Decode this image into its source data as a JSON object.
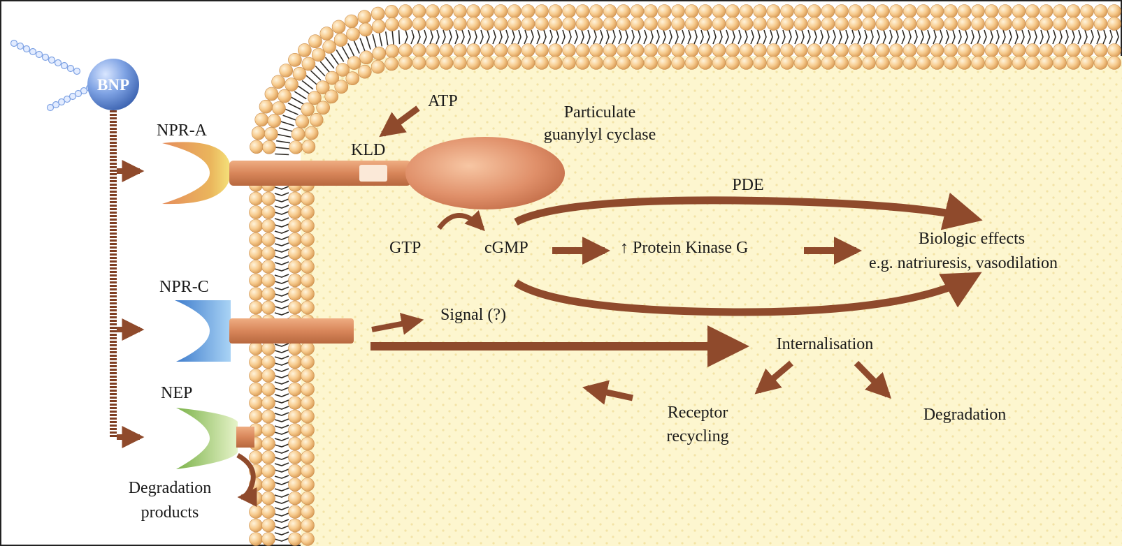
{
  "ligand": {
    "label": "BNP"
  },
  "receptors": {
    "npr_a": "NPR-A",
    "npr_c": "NPR-C",
    "nep": "NEP"
  },
  "pathway": {
    "atp": "ATP",
    "kld": "KLD",
    "cyclase_line1": "Particulate",
    "cyclase_line2": "guanylyl cyclase",
    "pde": "PDE",
    "gtp": "GTP",
    "cgmp": "cGMP",
    "pkg": "↑  Protein Kinase G",
    "effects_line1": "Biologic effects",
    "effects_line2": "e.g. natriuresis, vasodilation",
    "signal": "Signal (?)",
    "internalisation": "Internalisation",
    "recycling_line1": "Receptor",
    "recycling_line2": "recycling",
    "degradation": "Degradation",
    "deg_products_line1": "Degradation",
    "deg_products_line2": "products"
  },
  "colors": {
    "cytoplasm": "#fdf6cf",
    "lipid_head": "#f5c887",
    "lipid_tail": "#2e2a24",
    "arrow": "#8f4a2c",
    "receptor_body": "#d8865a",
    "bnp_sphere": "#6d93d8",
    "npr_c": "#5f97d8",
    "nep": "#9cc26e"
  }
}
